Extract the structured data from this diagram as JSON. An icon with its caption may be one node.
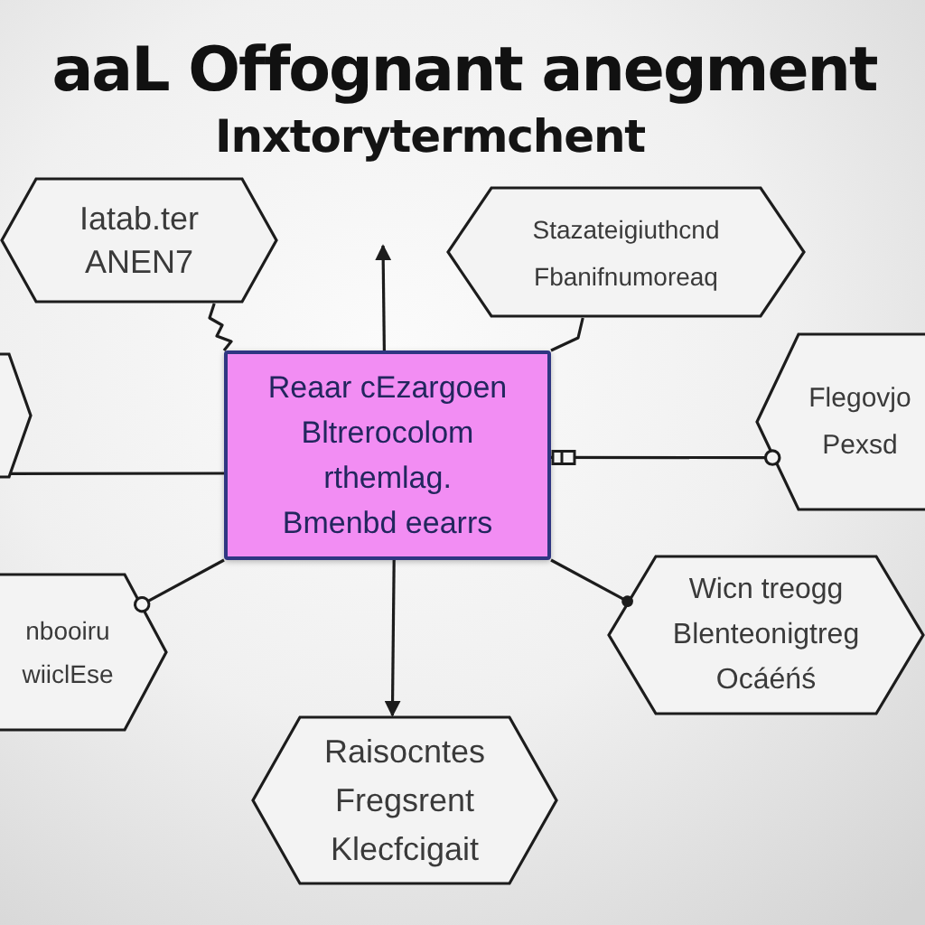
{
  "diagram": {
    "title": "aaL Offognant anegment",
    "nodes": [
      {
        "text": [
          "Iatab.ter ANEN7"
        ]
      },
      {
        "text": [
          "Stazateigiuthcnd Fbanifnumoreaq"
        ]
      },
      {
        "text": [],
        "shape": "hexagon"
      },
      {
        "text": [
          "Reaar cEzargoen Bltrerocolom rthemlag. Bmenbd eearrs"
        ]
      },
      {
        "text": [
          "Flegovjo Pexsd"
        ]
      },
      {
        "text": [
          "nbooiru wiiclEse"
        ]
      },
      {
        "text": [
          "Wicn treogg Blenteonigtreg Ocáéńś"
        ]
      },
      {
        "text": [
          "Raisocntes Fregsrent Klecfcigait"
        ]
      }
    ],
    "edges": [
      {
        "from": 3,
        "to": null,
        "arrow": "to"
      },
      {
        "from": 3,
        "to": 0,
        "arrow": "none"
      },
      {
        "from": 3,
        "to": 1,
        "arrow": "none"
      },
      {
        "from": 3,
        "to": 2,
        "arrow": "none"
      },
      {
        "from": 3,
        "to": 4,
        "arrow": "other"
      },
      {
        "from": 3,
        "to": 5,
        "arrow": "other"
      },
      {
        "from": 3,
        "to": 6,
        "arrow": "other"
      },
      {
        "from": 3,
        "to": 7,
        "arrow": "to"
      }
    ],
    "labels": [
      "Inxtorytermchent"
    ]
  }
}
